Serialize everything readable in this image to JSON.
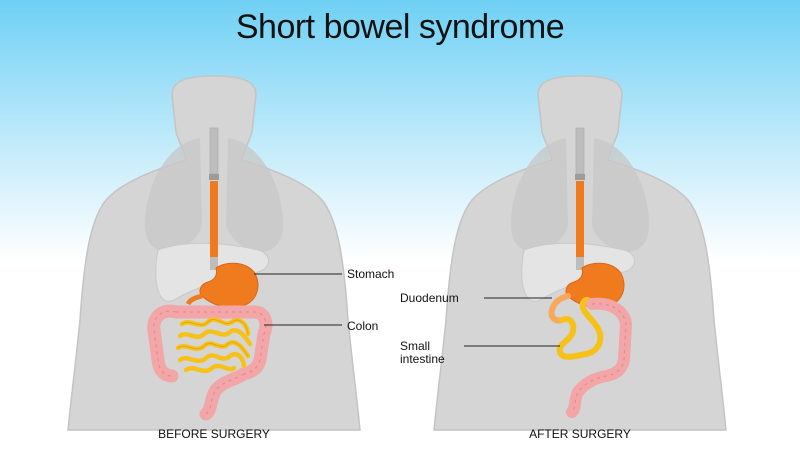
{
  "title": "Short bowel syndrome",
  "panels": {
    "before": {
      "caption": "BEFORE SURGERY",
      "labels": {
        "stomach": "Stomach",
        "colon": "Colon"
      }
    },
    "after": {
      "caption": "AFTER SURGERY",
      "labels": {
        "duodenum": "Duodenum",
        "small_intestine": "Small intestine"
      }
    }
  },
  "colors": {
    "body": "#d5d5d5",
    "body_outline": "#c4c4c4",
    "organ_shadow": "#c2c2c2",
    "esophagus": "#f07a1e",
    "stomach": "#f07a1e",
    "small_intestine": "#f6c21a",
    "colon": "#f2a6a8",
    "colon_outline": "#e58489",
    "background_top": "#6fd0f4"
  }
}
